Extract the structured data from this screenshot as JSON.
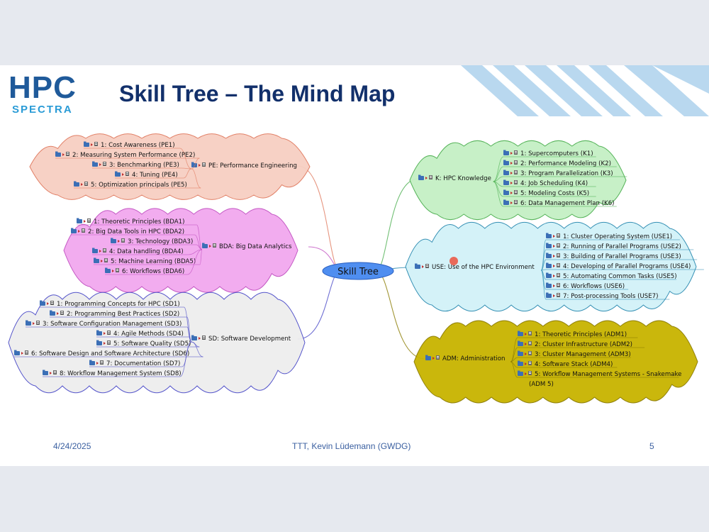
{
  "header": {
    "logo_top": "HPC",
    "logo_bottom": "SPECTRA",
    "title": "Skill Tree – The Mind Map"
  },
  "footer": {
    "date": "4/24/2025",
    "center": "TTT, Kevin Lüdemann (GWDG)",
    "page": "5"
  },
  "mindmap": {
    "central": "Skill Tree",
    "branches": {
      "pe": {
        "label": "PE: Performance Engineering",
        "color": "#f7cfc2",
        "line": "#e07a5f",
        "items": [
          "1: Cost Awareness (PE1)",
          "2: Measuring System Performance (PE2)",
          "3: Benchmarking (PE3)",
          "4: Tuning (PE4)",
          "5: Optimization principals (PE5)"
        ]
      },
      "bda": {
        "label": "BDA: Big Data Analytics",
        "color": "#f2a8ef",
        "line": "#c050c0",
        "items": [
          "1: Theoretic Principles (BDA1)",
          "2: Big Data Tools in HPC (BDA2)",
          "3: Technology (BDA3)",
          "4: Data handling (BDA4)",
          "5: Machine Learning (BDA5)",
          "6: Workflows (BDA6)"
        ]
      },
      "sd": {
        "label": "SD: Software Development",
        "color": "#eeeeee",
        "line": "#4a4ac8",
        "items": [
          "1: Programming Concepts for HPC (SD1)",
          "2: Programming Best Practices (SD2)",
          "3: Software Configuration Management (SD3)",
          "4: Agile Methods (SD4)",
          "5: Software Quality (SD5)",
          "6: Software Design and Software Architecture (SD6)",
          "7: Documentation (SD7)",
          "8: Workflow Management System (SD8)"
        ]
      },
      "k": {
        "label": "K: HPC Knowledge",
        "color": "#c5f0c5",
        "line": "#4caf50",
        "items": [
          "1: Supercomputers (K1)",
          "2: Performance Modeling (K2)",
          "3: Program Parallelization (K3)",
          "4: Job Scheduling (K4)",
          "5: Modeling Costs (K5)",
          "6: Data Management Plan (K6)"
        ]
      },
      "use": {
        "label": "USE: Use of the HPC Environment",
        "color": "#d2f2f8",
        "line": "#2a8ab0",
        "items": [
          "1: Cluster Operating System (USE1)",
          "2: Running of Parallel Programs (USE2)",
          "3: Building of Parallel Programs (USE3)",
          "4: Developing of Parallel Programs (USE4)",
          "5: Automating Common Tasks (USE5)",
          "6: Workflows (USE6)",
          "7: Post-processing Tools (USE7)"
        ]
      },
      "adm": {
        "label": "ADM: Administration",
        "color": "#c8b400",
        "line": "#8a7a00",
        "items": [
          "1: Theoretic Principles (ADM1)",
          "2: Cluster Infrastructure (ADM2)",
          "3: Cluster Management (ADM3)",
          "4: Software Stack (ADM4)",
          "5: Workflow Management Systems - Snakemake",
          "(ADM 5)"
        ]
      }
    }
  }
}
